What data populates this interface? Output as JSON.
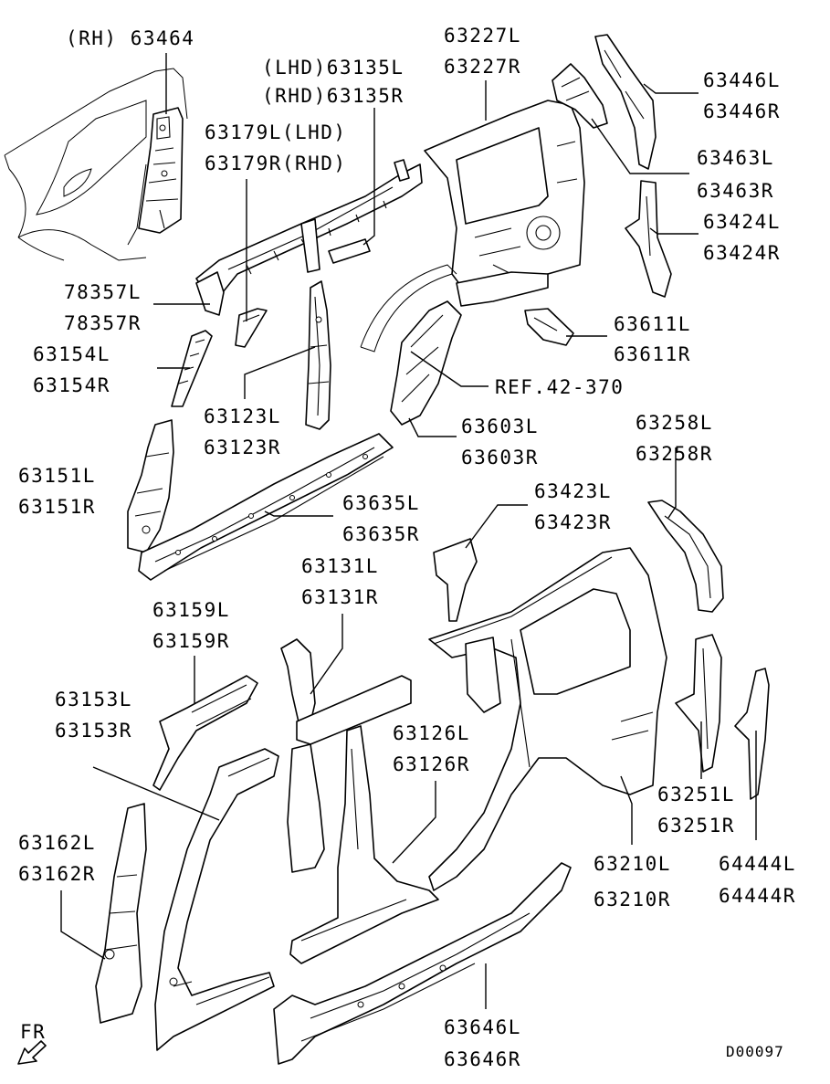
{
  "diagram": {
    "title": "Side body panel parts diagram",
    "footer_code": "D00097",
    "direction_label": "FR",
    "reference_label": "REF.42-370",
    "callouts": [
      {
        "id": "63464",
        "lines": [
          "(RH) 63464"
        ]
      },
      {
        "id": "63135",
        "lines": [
          "(LHD)63135L",
          "(RHD)63135R"
        ]
      },
      {
        "id": "63179",
        "lines": [
          "63179L(LHD)",
          "63179R(RHD)"
        ]
      },
      {
        "id": "63227",
        "lines": [
          "63227L",
          "63227R"
        ]
      },
      {
        "id": "63446",
        "lines": [
          "63446L",
          "63446R"
        ]
      },
      {
        "id": "63463",
        "lines": [
          "63463L",
          "63463R"
        ]
      },
      {
        "id": "63424",
        "lines": [
          "63424L",
          "63424R"
        ]
      },
      {
        "id": "78357",
        "lines": [
          "78357L",
          "78357R"
        ]
      },
      {
        "id": "63154",
        "lines": [
          "63154L",
          "63154R"
        ]
      },
      {
        "id": "63611",
        "lines": [
          "63611L",
          "63611R"
        ]
      },
      {
        "id": "63123",
        "lines": [
          "63123L",
          "63123R"
        ]
      },
      {
        "id": "63603",
        "lines": [
          "63603L",
          "63603R"
        ]
      },
      {
        "id": "63258",
        "lines": [
          "63258L",
          "63258R"
        ]
      },
      {
        "id": "63151",
        "lines": [
          "63151L",
          "63151R"
        ]
      },
      {
        "id": "63635",
        "lines": [
          "63635L",
          "63635R"
        ]
      },
      {
        "id": "63423",
        "lines": [
          "63423L",
          "63423R"
        ]
      },
      {
        "id": "63131",
        "lines": [
          "63131L",
          "63131R"
        ]
      },
      {
        "id": "63159",
        "lines": [
          "63159L",
          "63159R"
        ]
      },
      {
        "id": "63153",
        "lines": [
          "63153L",
          "63153R"
        ]
      },
      {
        "id": "63126",
        "lines": [
          "63126L",
          "63126R"
        ]
      },
      {
        "id": "63162",
        "lines": [
          "63162L",
          "63162R"
        ]
      },
      {
        "id": "63251",
        "lines": [
          "63251L",
          "63251R"
        ]
      },
      {
        "id": "63210",
        "lines": [
          "63210L",
          "63210R"
        ]
      },
      {
        "id": "64444",
        "lines": [
          "64444L",
          "64444R"
        ]
      },
      {
        "id": "63646",
        "lines": [
          "63646L",
          "63646R"
        ]
      }
    ]
  }
}
